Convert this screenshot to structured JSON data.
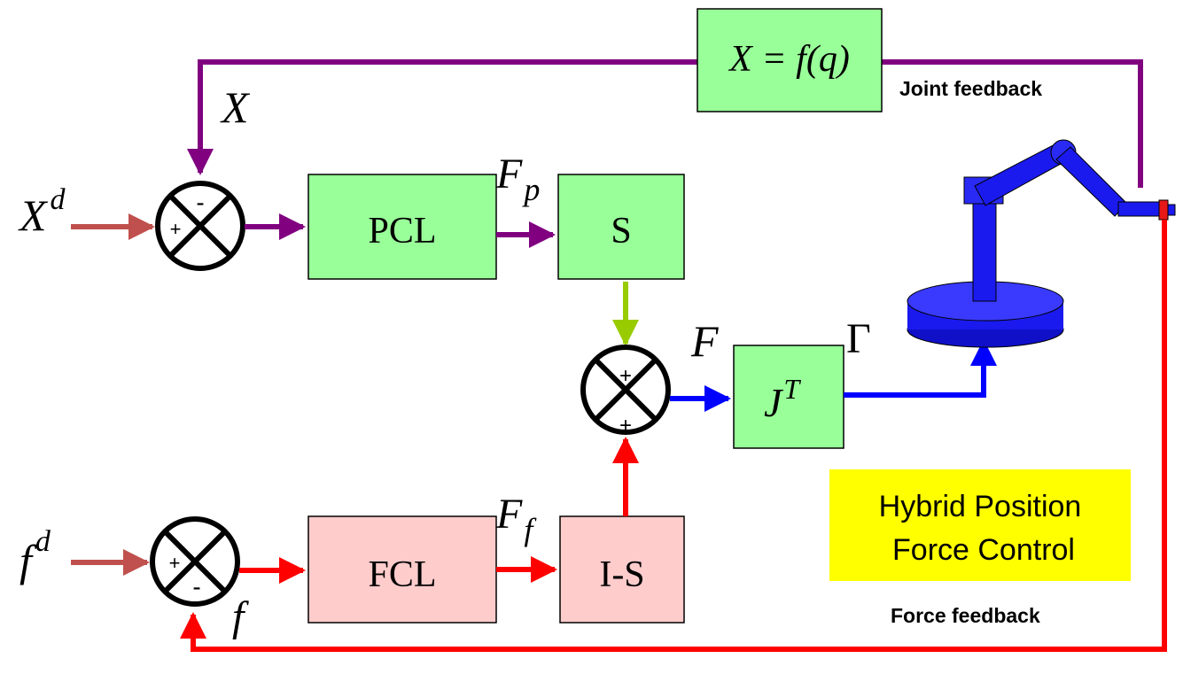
{
  "diagram": {
    "blocks": {
      "kinematics": "X = f(q)",
      "pcl": "PCL",
      "s": "S",
      "jt_base": "J",
      "jt_sup": "T",
      "fcl": "FCL",
      "is": "I-S"
    },
    "signals": {
      "x": "X",
      "xd_base": "X",
      "xd_sup": "d",
      "fd_base": "f",
      "fd_sup": "d",
      "fp_base": "F",
      "fp_sub": "p",
      "ff_base": "F",
      "ff_sub": "f",
      "f_sum": "F",
      "gamma": "Γ",
      "f_meas": "f"
    },
    "signs": {
      "top_minus": "-",
      "top_plus": "+",
      "mid_plus_top": "+",
      "mid_plus_bottom": "+",
      "bot_plus": "+",
      "bot_minus": "-"
    },
    "feedback_labels": {
      "joint": "Joint feedback",
      "force": "Force feedback"
    },
    "note_box": {
      "line1": "Hybrid Position",
      "line2": "Force Control"
    },
    "colors": {
      "position_path": "#800080",
      "force_path": "#ff0000",
      "input_arrow": "#c0504d",
      "selector_arrow": "#99cc00",
      "torque_path": "#0000ff",
      "position_block_fill": "#99ff99",
      "force_block_fill": "#ffcccc",
      "robot_blue": "#1a1aee",
      "note_fill": "#ffff00"
    }
  }
}
